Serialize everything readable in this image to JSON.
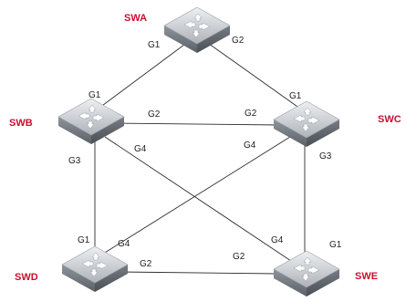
{
  "switches": [
    {
      "id": "swa",
      "label": "SWA"
    },
    {
      "id": "swb",
      "label": "SWB"
    },
    {
      "id": "swc",
      "label": "SWC"
    },
    {
      "id": "swd",
      "label": "SWD"
    },
    {
      "id": "swe",
      "label": "SWE"
    }
  ],
  "links": [
    {
      "from": "SWA",
      "from_port": "G1",
      "to": "SWB",
      "to_port": "G1"
    },
    {
      "from": "SWA",
      "from_port": "G2",
      "to": "SWC",
      "to_port": "G1"
    },
    {
      "from": "SWB",
      "from_port": "G2",
      "to": "SWC",
      "to_port": "G2"
    },
    {
      "from": "SWB",
      "from_port": "G3",
      "to": "SWD",
      "to_port": "G1"
    },
    {
      "from": "SWB",
      "from_port": "G4",
      "to": "SWE",
      "to_port": "G4"
    },
    {
      "from": "SWC",
      "from_port": "G4",
      "to": "SWD",
      "to_port": "G4"
    },
    {
      "from": "SWC",
      "from_port": "G3",
      "to": "SWE",
      "to_port": "G1"
    },
    {
      "from": "SWD",
      "from_port": "G2",
      "to": "SWE",
      "to_port": "G2"
    }
  ],
  "icon": "network-switch-icon",
  "colors": {
    "label": "#c8102e",
    "switch_top": "#c9cdd2",
    "switch_side": "#7f858c",
    "link": "#2b2b2b"
  }
}
